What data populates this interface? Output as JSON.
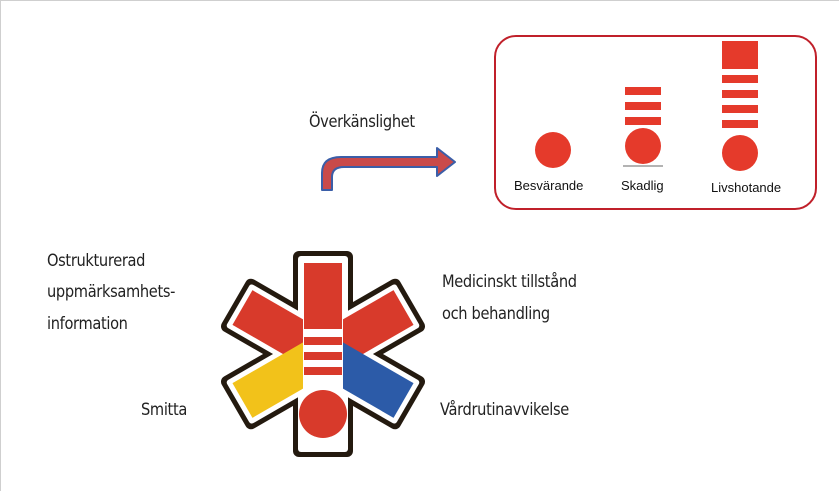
{
  "arrow_label": "Överkänslighet",
  "severity": {
    "levels": [
      {
        "label": "Besvärande"
      },
      {
        "label": "Skadlig"
      },
      {
        "label": "Livshotande"
      }
    ]
  },
  "categories": {
    "left_top": [
      "Ostrukturerad",
      "uppmärksamhets-",
      "information"
    ],
    "left_bottom": "Smitta",
    "right_top": [
      "Medicinskt tillstånd",
      "och behandling"
    ],
    "right_bottom": "Vårdrutinavvikelse"
  },
  "colors": {
    "red": "#e53a2b",
    "dark_red": "#c0202a",
    "yellow": "#f2c21a",
    "blue": "#2c5ba8",
    "outline": "#241a0f",
    "arrow_fill": "#c94a4a",
    "arrow_border": "#3b5ea8"
  },
  "icons": {
    "arrow": "bent-arrow-icon",
    "symbol": "star-of-life-warning-icon"
  }
}
